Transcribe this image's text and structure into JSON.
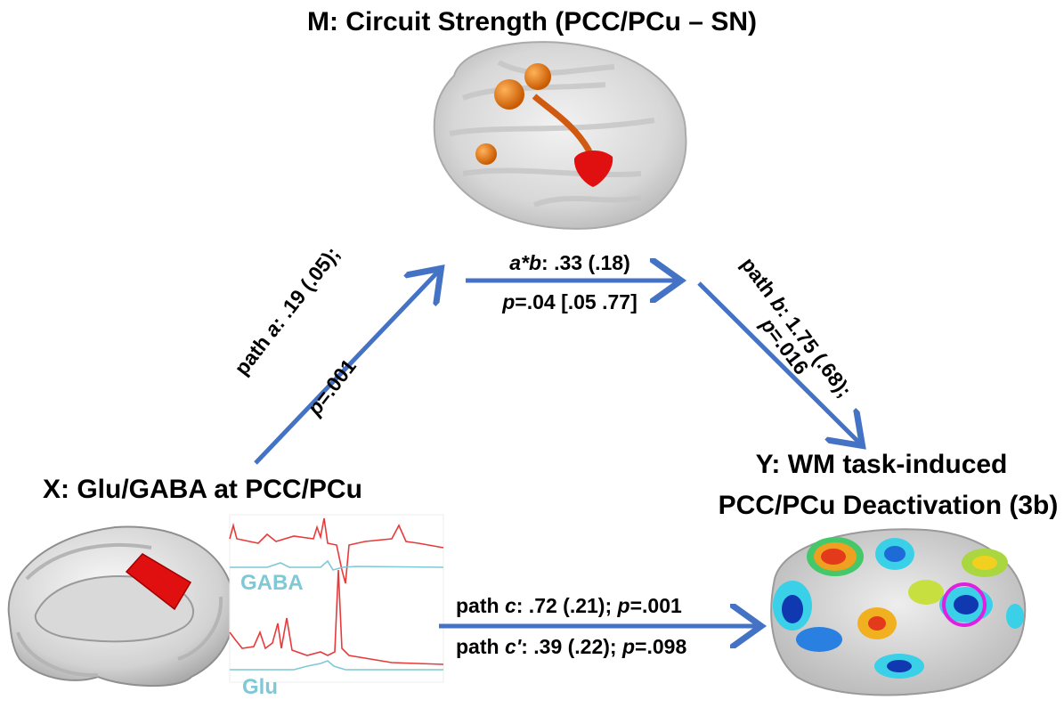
{
  "nodes": {
    "mediator": "M: Circuit Strength (PCC/PCu – SN)",
    "x": "X: Glu/GABA at PCC/PCu",
    "y_line1": "Y: WM task-induced",
    "y_line2": "PCC/PCu Deactivation (3b)"
  },
  "paths": {
    "ab_prefix": "a*b",
    "ab_rest": ": .33 (.18)",
    "ab_p": "p",
    "ab_p_rest": "=.04 [.05 .77]",
    "a_prefix": "path ",
    "a_letter": "a",
    "a_rest": ": .19 (.05);",
    "a_p": "p",
    "a_p_rest": "=.001",
    "b_prefix": "path ",
    "b_letter": "b",
    "b_rest": ": 1.75 (.68);",
    "b_p": "p",
    "b_p_rest": "=.016",
    "c_prefix": "path ",
    "c_letter": "c",
    "c_rest": ": .72 (.21); ",
    "c_p": "p",
    "c_p_rest": "=.001",
    "c2_prefix": "path ",
    "c2_letter": "c'",
    "c2_rest": ": .39 (.22); ",
    "c2_p": "p",
    "c2_p_rest": "=.098"
  },
  "spectra": {
    "gaba_label": "GABA",
    "glu_label": "Glu"
  },
  "colors": {
    "arrow": "#4472c4",
    "spectrum_red": "#e83a3a",
    "spectrum_cyan": "#7fc8d6",
    "roi_red": "#e01010",
    "highlight_circle": "#e020e0"
  }
}
